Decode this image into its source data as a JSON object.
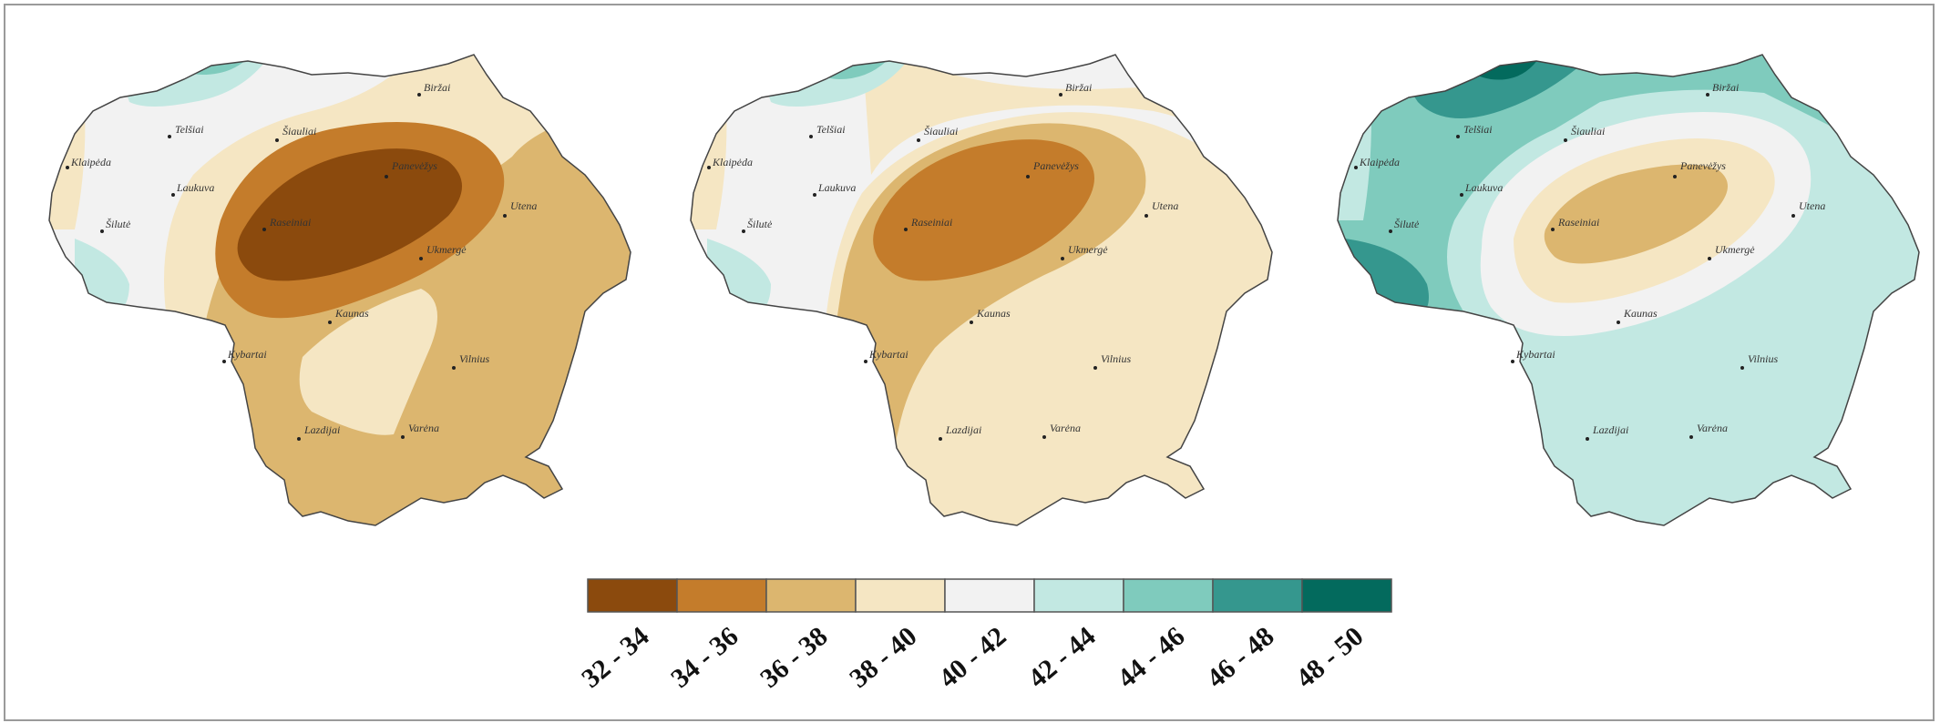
{
  "colors": {
    "32-34": "#8b4a0d",
    "34-36": "#c47c2b",
    "36-38": "#dcb66f",
    "38-40": "#f5e6c3",
    "40-42": "#f2f2f2",
    "42-44": "#c2e8e2",
    "44-46": "#7fcbbd",
    "46-48": "#35978e",
    "48-50": "#036a5d",
    "outline": "#444444",
    "frame": "#9a9a9a"
  },
  "legend": {
    "items": [
      {
        "label": "32 - 34",
        "color": "#8b4a0d"
      },
      {
        "label": "34 - 36",
        "color": "#c47c2b"
      },
      {
        "label": "36 - 38",
        "color": "#dcb66f"
      },
      {
        "label": "38 - 40",
        "color": "#f5e6c3"
      },
      {
        "label": "40 - 42",
        "color": "#f2f2f2"
      },
      {
        "label": "42 - 44",
        "color": "#c2e8e2"
      },
      {
        "label": "44 - 46",
        "color": "#7fcbbd"
      },
      {
        "label": "46 - 48",
        "color": "#35978e"
      },
      {
        "label": "48 - 50",
        "color": "#036a5d"
      }
    ]
  },
  "maps": {
    "map1": {
      "cities": [
        "Biržai",
        "Telšiai",
        "Šiauliai",
        "Klaipėda",
        "Panevėžys",
        "Laukuva",
        "Utena",
        "Šilutė",
        "Raseiniai",
        "Ukmergė",
        "Kaunas",
        "Kybartai",
        "Vilnius",
        "Lazdijai",
        "Varėna"
      ]
    },
    "map2": {
      "cities": [
        "Biržai",
        "Telšiai",
        "Šiauliai",
        "Klaipėda",
        "Panevėžys",
        "Laukuva",
        "Utena",
        "Šilutė",
        "Raseiniai",
        "Ukmergė",
        "Kaunas",
        "Kybartai",
        "Vilnius",
        "Lazdijai",
        "Varėna"
      ]
    },
    "map3": {
      "cities": [
        "Biržai",
        "Telšiai",
        "Šiauliai",
        "Klaipėda",
        "Panevėžys",
        "Laukuva",
        "Utena",
        "Šilutė",
        "Raseiniai",
        "Ukmergė",
        "Kaunas",
        "Kybartai",
        "Vilnius",
        "Lazdijai",
        "Varėna"
      ]
    }
  }
}
